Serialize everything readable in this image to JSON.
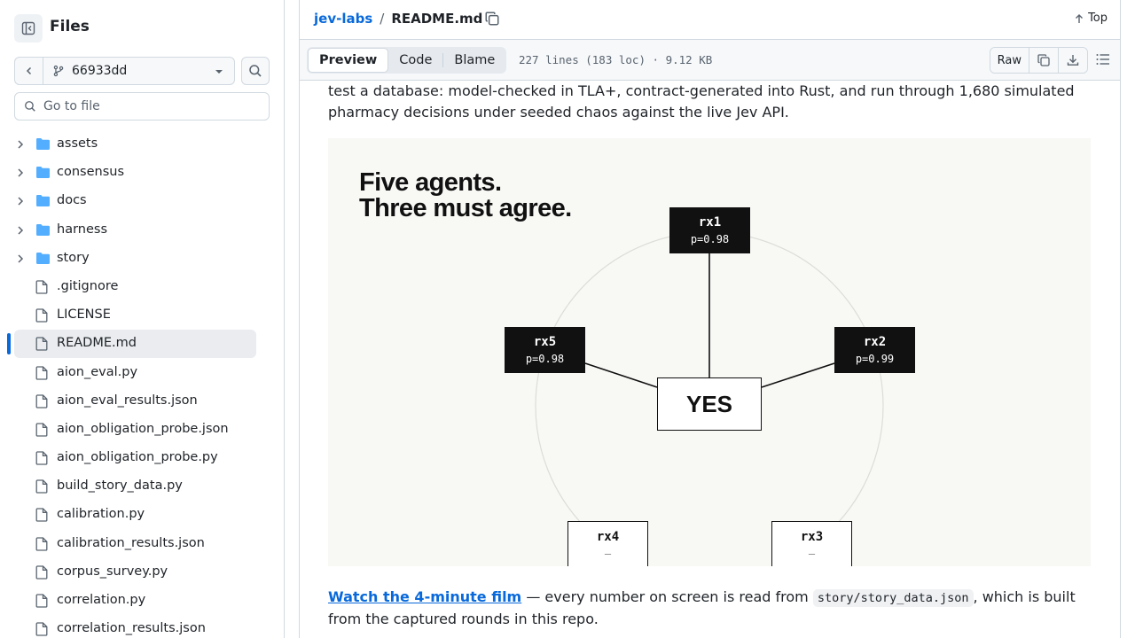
{
  "sidebar": {
    "title": "Files",
    "branch": "66933dd",
    "goto_placeholder": "Go to file",
    "items": [
      {
        "label": "assets",
        "type": "folder"
      },
      {
        "label": "consensus",
        "type": "folder"
      },
      {
        "label": "docs",
        "type": "folder"
      },
      {
        "label": "harness",
        "type": "folder"
      },
      {
        "label": "story",
        "type": "folder"
      },
      {
        "label": ".gitignore",
        "type": "file"
      },
      {
        "label": "LICENSE",
        "type": "file"
      },
      {
        "label": "README.md",
        "type": "file",
        "selected": true
      },
      {
        "label": "aion_eval.py",
        "type": "file"
      },
      {
        "label": "aion_eval_results.json",
        "type": "file"
      },
      {
        "label": "aion_obligation_probe.json",
        "type": "file"
      },
      {
        "label": "aion_obligation_probe.py",
        "type": "file"
      },
      {
        "label": "build_story_data.py",
        "type": "file"
      },
      {
        "label": "calibration.py",
        "type": "file"
      },
      {
        "label": "calibration_results.json",
        "type": "file"
      },
      {
        "label": "corpus_survey.py",
        "type": "file"
      },
      {
        "label": "correlation.py",
        "type": "file"
      },
      {
        "label": "correlation_results.json",
        "type": "file"
      }
    ]
  },
  "header": {
    "repo": "jev-labs",
    "separator": "/",
    "file": "README.md",
    "top_label": "Top"
  },
  "toolbar": {
    "tabs": [
      "Preview",
      "Code",
      "Blame"
    ],
    "active_tab": "Preview",
    "file_meta": "227 lines (183 loc) · 9.12 KB",
    "raw_label": "Raw"
  },
  "content": {
    "intro": "test a database: model-checked in TLA+, contract-generated into Rust, and run through 1,680 simulated pharmacy decisions under seeded chaos against the live Jev API.",
    "figure": {
      "headline_1": "Five agents.",
      "headline_2": "Three must agree.",
      "center_label": "YES",
      "nodes": [
        {
          "name": "rx1",
          "value": "p=0.98",
          "state": "yes"
        },
        {
          "name": "rx2",
          "value": "p=0.99",
          "state": "yes"
        },
        {
          "name": "rx3",
          "value": "—",
          "state": "none"
        },
        {
          "name": "rx4",
          "value": "—",
          "state": "none"
        },
        {
          "name": "rx5",
          "value": "p=0.98",
          "state": "yes"
        }
      ]
    },
    "film_link": "Watch the 4-minute film",
    "film_text_1": " — every number on screen is read from ",
    "film_code": "story/story_data.json",
    "film_text_2": ", which is built from the captured rounds in this repo."
  },
  "colors": {
    "accent": "#0969da",
    "node_dark": "#111111",
    "figure_bg": "#f8f8f5"
  }
}
